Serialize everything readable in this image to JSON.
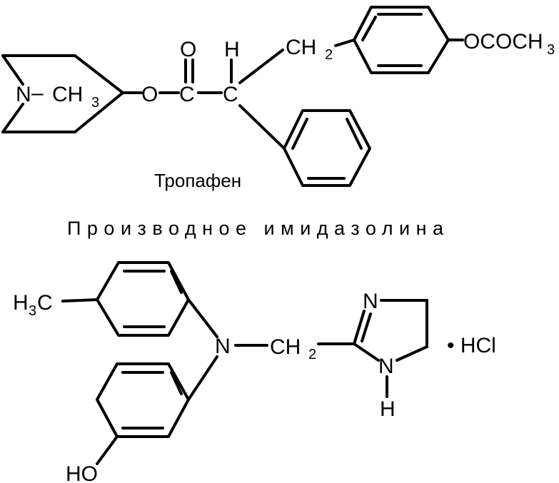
{
  "tropafen": {
    "name": "Тропафен",
    "n_methyl": {
      "n": "N",
      "dash": "–",
      "c": "CH",
      "sub": "3"
    },
    "ester_o": "O",
    "carbonyl_o": "O",
    "carbonyl_c": "C",
    "alpha_c": "C",
    "alpha_h": "H",
    "ch2": {
      "c": "CH",
      "sub": "2"
    },
    "acetoxy": {
      "main": "OCOCH",
      "sub": "3"
    }
  },
  "imidazoline": {
    "heading": "Производное имидазолина",
    "methyl": {
      "h": "H",
      "sub": "3",
      "c": "C"
    },
    "n_center": "N",
    "ch2": {
      "c": "CH",
      "sub": "2"
    },
    "ring_n_top": "N",
    "ring_n_bottom": "N",
    "ring_h": "H",
    "hydroxy": "HO",
    "salt": "• HCl"
  }
}
